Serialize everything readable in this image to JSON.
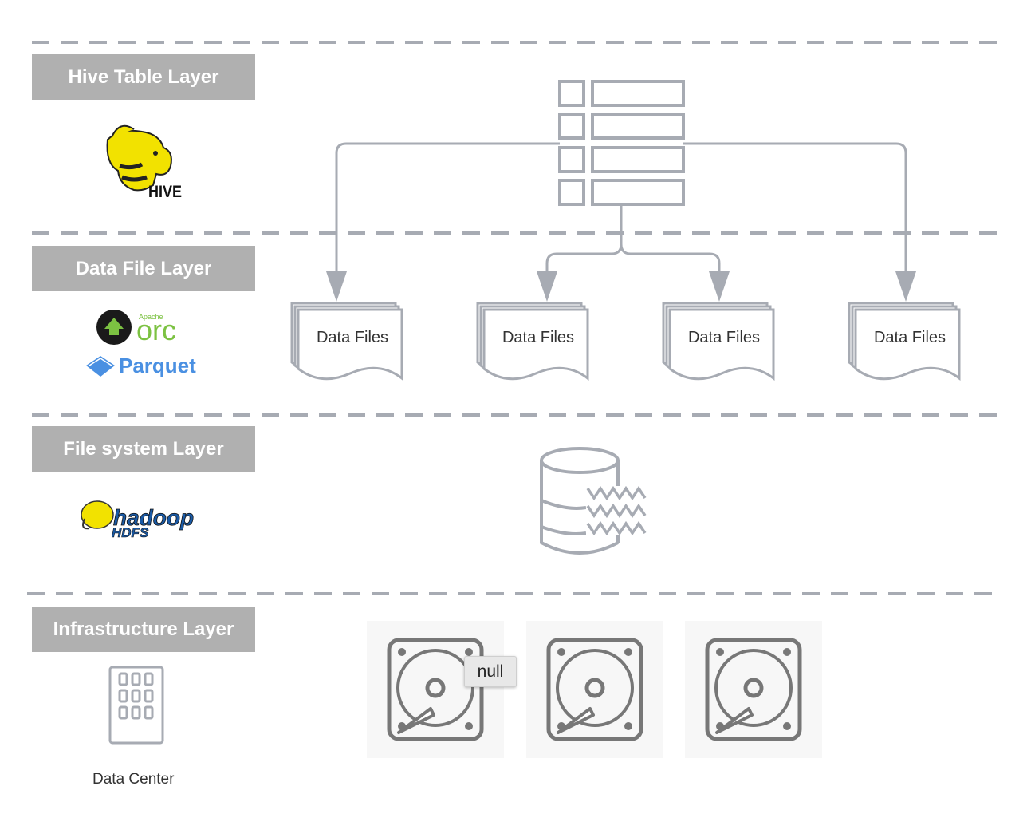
{
  "layers": [
    {
      "label": "Hive Table Layer"
    },
    {
      "label": "Data File Layer"
    },
    {
      "label": "File system Layer"
    },
    {
      "label": "Infrastructure Layer"
    }
  ],
  "data_files": [
    {
      "label": "Data Files"
    },
    {
      "label": "Data Files"
    },
    {
      "label": "Data Files"
    },
    {
      "label": "Data Files"
    }
  ],
  "logos": {
    "hive": {
      "text": "HIVE",
      "icon": "hive-bee-logo"
    },
    "orc": {
      "small": "Apache",
      "text": "orc",
      "icon": "orc-logo"
    },
    "parquet": {
      "text": "Parquet",
      "icon": "parquet-logo"
    },
    "hadoop": {
      "text": "hadoop",
      "sub": "HDFS",
      "icon": "hadoop-elephant-logo"
    }
  },
  "data_center": {
    "caption": "Data Center",
    "icon": "building-icon"
  },
  "tooltip": {
    "text": "null"
  },
  "colors": {
    "badge_bg": "#b0b0b0",
    "badge_text": "#ffffff",
    "line": "#a7abb3",
    "icon_stroke": "#777777",
    "hive_yellow": "#f2e200",
    "orc_green": "#7cc242",
    "parquet_blue": "#4a90e2"
  }
}
